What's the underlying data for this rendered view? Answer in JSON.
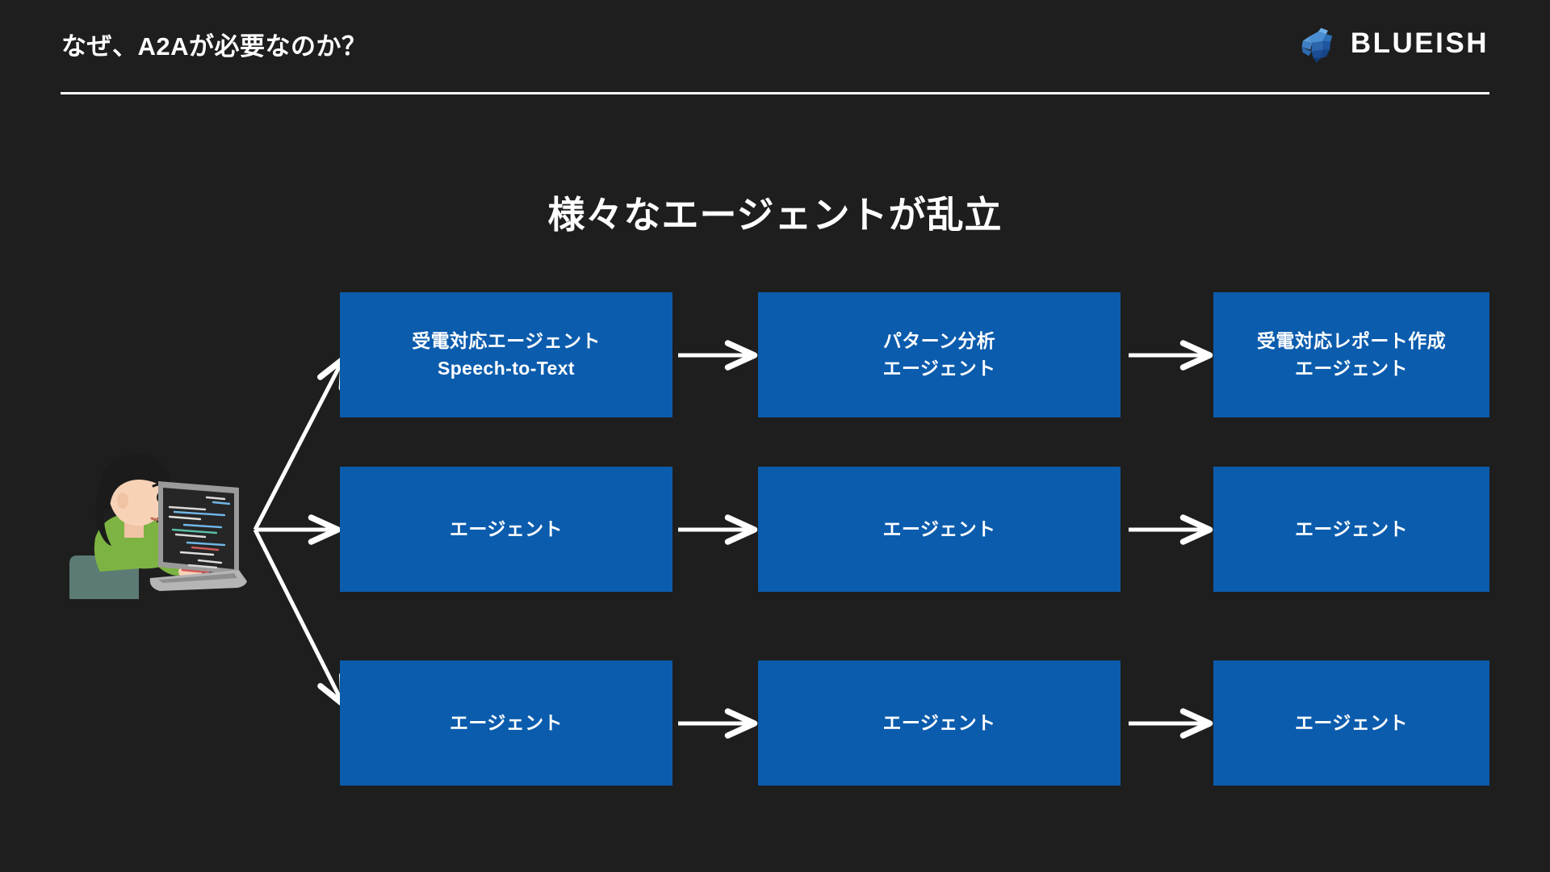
{
  "header": {
    "title": "なぜ、A2Aが必要なのか？",
    "brand_name": "BLUEISH",
    "brand_mark_icon": "blueish-crystal-logo-icon",
    "rule_color": "#ffffff"
  },
  "slide": {
    "heading": "様々なエージェントが乱立",
    "background_color": "#1e1e1e",
    "box_color": "#0B5CAD",
    "text_color": "#ffffff",
    "arrow_color": "#ffffff"
  },
  "illustration": {
    "icon": "person-typing-on-laptop-icon",
    "description": "コーディングする人",
    "hair_color": "#1b1b1b",
    "skin_color": "#f7d2b6",
    "shirt_color": "#7cb342",
    "chair_color": "#5c7b74",
    "laptop_body_color": "#9a9a9a",
    "laptop_screen_color": "#262626"
  },
  "diagram": {
    "type": "flow",
    "columns": 3,
    "rows": 3,
    "boxes": [
      {
        "id": "r0c0",
        "row": 0,
        "col": 0,
        "lines": [
          "受電対応エージェント",
          "Speech-to-Text"
        ]
      },
      {
        "id": "r0c1",
        "row": 0,
        "col": 1,
        "lines": [
          "パターン分析",
          "エージェント"
        ]
      },
      {
        "id": "r0c2",
        "row": 0,
        "col": 2,
        "lines": [
          "受電対応レポート作成",
          "エージェント"
        ]
      },
      {
        "id": "r1c0",
        "row": 1,
        "col": 0,
        "lines": [
          "エージェント"
        ]
      },
      {
        "id": "r1c1",
        "row": 1,
        "col": 1,
        "lines": [
          "エージェント"
        ]
      },
      {
        "id": "r1c2",
        "row": 1,
        "col": 2,
        "lines": [
          "エージェント"
        ]
      },
      {
        "id": "r2c0",
        "row": 2,
        "col": 0,
        "lines": [
          "エージェント"
        ]
      },
      {
        "id": "r2c1",
        "row": 2,
        "col": 1,
        "lines": [
          "エージェント"
        ]
      },
      {
        "id": "r2c2",
        "row": 2,
        "col": 2,
        "lines": [
          "エージェント"
        ]
      }
    ],
    "arrows": [
      {
        "id": "user-to-r0c0",
        "from": "user",
        "to": "r0c0",
        "direction": "up-right"
      },
      {
        "id": "user-to-r1c0",
        "from": "user",
        "to": "r1c0",
        "direction": "right"
      },
      {
        "id": "user-to-r2c0",
        "from": "user",
        "to": "r2c0",
        "direction": "down-right"
      },
      {
        "id": "r0c0-to-r0c1",
        "from": "r0c0",
        "to": "r0c1",
        "direction": "right"
      },
      {
        "id": "r0c1-to-r0c2",
        "from": "r0c1",
        "to": "r0c2",
        "direction": "right"
      },
      {
        "id": "r1c0-to-r1c1",
        "from": "r1c0",
        "to": "r1c1",
        "direction": "right"
      },
      {
        "id": "r1c1-to-r1c2",
        "from": "r1c1",
        "to": "r1c2",
        "direction": "right"
      },
      {
        "id": "r2c0-to-r2c1",
        "from": "r2c0",
        "to": "r2c1",
        "direction": "right"
      },
      {
        "id": "r2c1-to-r2c2",
        "from": "r2c1",
        "to": "r2c2",
        "direction": "right"
      }
    ]
  }
}
